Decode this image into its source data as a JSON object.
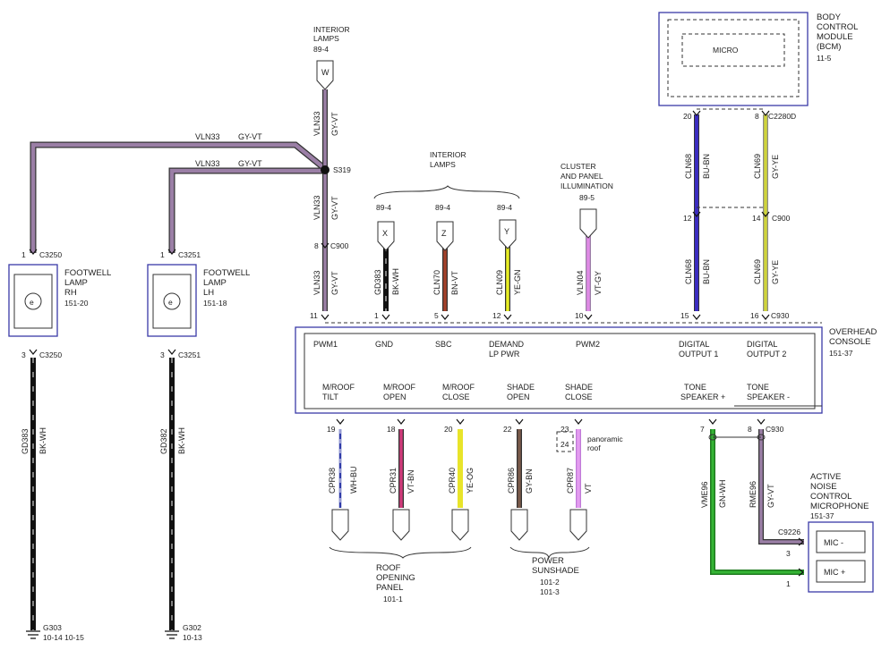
{
  "modules": {
    "interior_lamps_top": {
      "title": [
        "INTERIOR",
        "LAMPS"
      ],
      "ref": "89-4",
      "connector": "W"
    },
    "interior_lamps_mid": {
      "title": [
        "INTERIOR",
        "LAMPS"
      ]
    },
    "cluster": {
      "title": [
        "CLUSTER",
        "AND PANEL",
        "ILLUMINATION"
      ],
      "ref": "89-5"
    },
    "bcm": {
      "title": [
        "BODY",
        "CONTROL",
        "MODULE",
        "(BCM)"
      ],
      "ref": "11-5",
      "inner": "MICRO",
      "connector": "C2280D"
    },
    "footwell_rh": {
      "title": [
        "FOOTWELL",
        "LAMP",
        "RH"
      ],
      "ref": "151-20",
      "conn_top": "C3250",
      "conn_bottom": "C3250"
    },
    "footwell_lh": {
      "title": [
        "FOOTWELL",
        "LAMP",
        "LH"
      ],
      "ref": "151-18",
      "conn_top": "C3251",
      "conn_bottom": "C3251"
    },
    "overhead": {
      "title": [
        "OVERHEAD",
        "CONSOLE"
      ],
      "ref": "151-37",
      "conn_top": "C930",
      "conn_bottom": "C930"
    },
    "anc_mic": {
      "title": [
        "ACTIVE",
        "NOISE",
        "CONTROL",
        "MICROPHONE"
      ],
      "ref": "151-37",
      "connector": "C9226",
      "pin_minus": "MIC -",
      "pin_plus": "MIC +"
    },
    "roof_panel": {
      "title": [
        "ROOF",
        "OPENING",
        "PANEL"
      ],
      "ref": "101-1"
    },
    "power_sunshade": {
      "title": [
        "POWER",
        "SUNSHADE"
      ],
      "ref1": "101-2",
      "ref2": "101-3"
    }
  },
  "splice": {
    "id": "S319"
  },
  "connectors": {
    "c900": "C900"
  },
  "grounds": {
    "g303": {
      "id": "G303",
      "refs": "10-14  10-15"
    },
    "g302": {
      "id": "G302",
      "refs": "10-13"
    }
  },
  "wires": {
    "vln33_rh": {
      "circuit": "VLN33",
      "color": "GY-VT"
    },
    "vln33_lh": {
      "circuit": "VLN33",
      "color": "GY-VT"
    },
    "vln33_top": {
      "circuit": "VLN33",
      "color": "GY-VT"
    },
    "vln33_mid": {
      "circuit": "VLN33",
      "color": "GY-VT"
    },
    "vln33_low": {
      "circuit": "VLN33",
      "color": "GY-VT"
    },
    "gd383": {
      "circuit": "GD383",
      "color": "BK-WH"
    },
    "gd382": {
      "circuit": "GD382",
      "color": "BK-WH"
    },
    "gd383_gnd": {
      "circuit": "GD383",
      "color": "BK-WH"
    },
    "cln70": {
      "circuit": "CLN70",
      "color": "BN-VT"
    },
    "cln09": {
      "circuit": "CLN09",
      "color": "YE-GN"
    },
    "vln04": {
      "circuit": "VLN04",
      "color": "VT-GY"
    },
    "cln68_a": {
      "circuit": "CLN68",
      "color": "BU-BN"
    },
    "cln68_b": {
      "circuit": "CLN68",
      "color": "BU-BN"
    },
    "cln69_a": {
      "circuit": "CLN69",
      "color": "GY-YE"
    },
    "cln69_b": {
      "circuit": "CLN69",
      "color": "GY-YE"
    },
    "cpr38": {
      "circuit": "CPR38",
      "color": "WH-BU"
    },
    "cpr31": {
      "circuit": "CPR31",
      "color": "VT-BN"
    },
    "cpr40": {
      "circuit": "CPR40",
      "color": "YE-OG"
    },
    "cpr86": {
      "circuit": "CPR86",
      "color": "GY-BN"
    },
    "cpr87": {
      "circuit": "CPR87",
      "color": "VT"
    },
    "vme96": {
      "circuit": "VME96",
      "color": "GN-WH"
    },
    "rme96": {
      "circuit": "RME96",
      "color": "GY-VT"
    }
  },
  "pins": {
    "rh_top": "1",
    "rh_bot": "3",
    "lh_top": "1",
    "lh_bot": "3",
    "c900_vln": "8",
    "c900_cln68": "12",
    "c900_cln69": "14",
    "bcm_cln68": "20",
    "bcm_cln69": "8",
    "oc_pwm1": "11",
    "oc_gnd": "1",
    "oc_sbc": "5",
    "oc_demand": "12",
    "oc_pwm2": "10",
    "oc_do1": "15",
    "oc_do2": "16",
    "oc_tilt": "19",
    "oc_open": "18",
    "oc_close": "20",
    "oc_shade_open": "22",
    "oc_shade_close_a": "23",
    "oc_shade_close_b": "24",
    "oc_tone_p": "7",
    "oc_tone_n": "8",
    "mic_minus": "3",
    "mic_plus": "1"
  },
  "lamp_refs": {
    "x": "89-4",
    "z": "89-4",
    "y": "89-4"
  },
  "lamp_letters": {
    "x": "X",
    "z": "Z",
    "y": "Y"
  },
  "console_pins": {
    "pwm1": "PWM1",
    "gnd": "GND",
    "sbc": "SBC",
    "demand": [
      "DEMAND",
      "LP PWR"
    ],
    "pwm2": "PWM2",
    "do1": [
      "DIGITAL",
      "OUTPUT 1"
    ],
    "do2": [
      "DIGITAL",
      "OUTPUT 2"
    ],
    "tilt": [
      "M/ROOF",
      "TILT"
    ],
    "open": [
      "M/ROOF",
      "OPEN"
    ],
    "close": [
      "M/ROOF",
      "CLOSE"
    ],
    "shade_open": [
      "SHADE",
      "OPEN"
    ],
    "shade_close": [
      "SHADE",
      "CLOSE"
    ],
    "tone_p": [
      "TONE",
      "SPEAKER +"
    ],
    "tone_n": [
      "TONE",
      "SPEAKER -"
    ]
  },
  "notes": {
    "panoramic": [
      "panoramic",
      "roof"
    ]
  },
  "colors": {
    "module_border": "#3a3aa8",
    "gy_vt": "#9b7fa6",
    "bk_wh": "#111111",
    "cln68": "#3b2cc0",
    "cln69_ye": "#cfd43a"
  }
}
